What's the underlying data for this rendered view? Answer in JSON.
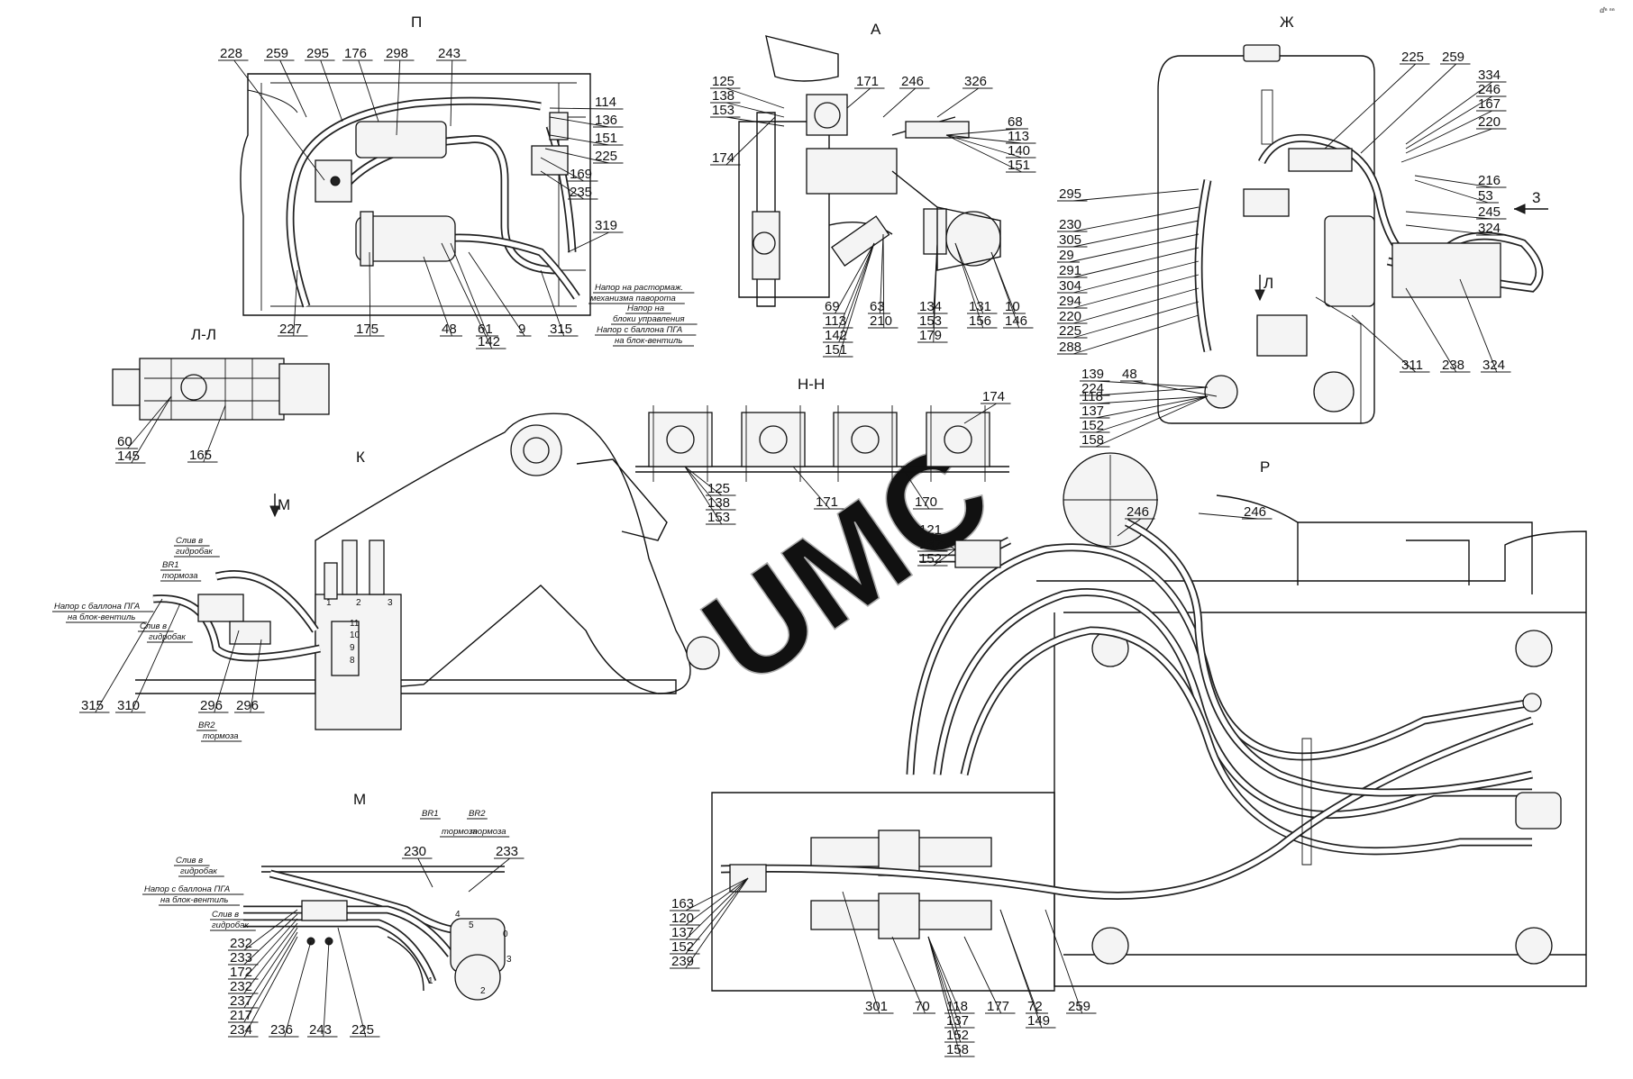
{
  "corner_mark": "ⅆⁿ ⁿⁿ",
  "watermark": "UMC",
  "views": [
    {
      "id": "P",
      "title": "П"
    },
    {
      "id": "A",
      "title": "А"
    },
    {
      "id": "Zh",
      "title": "Ж"
    },
    {
      "id": "LL",
      "title": "Л-Л"
    },
    {
      "id": "NN",
      "title": "Н-Н"
    },
    {
      "id": "K",
      "title": "К"
    },
    {
      "id": "R",
      "title": "Р"
    },
    {
      "id": "M",
      "title": "М"
    }
  ],
  "arrows": [
    {
      "text": "М"
    },
    {
      "text": "Л"
    },
    {
      "text": "3"
    }
  ],
  "notes": [
    "Напор на растормаж.",
    "механизма паворота",
    "Напор на",
    "блоки управления",
    "Напор с баллона ПГА",
    "на блок-вентиль",
    "Слив в",
    "гидробак",
    "BR1",
    "тормоза",
    "Напор с баллона ПГА",
    "на блок-вентиль",
    "Слив в",
    "гидробак",
    "BR2",
    "тормоза",
    "BR1",
    "тормоза",
    "BR2",
    "тормоза",
    "Слив в",
    "гидробак",
    "Напор с баллона ПГА",
    "на блок-вентиль",
    "Слив в",
    "гидробак"
  ],
  "valve_port_numbers": [
    "1",
    "2",
    "3",
    "11",
    "10",
    "9",
    "8",
    "4",
    "5",
    "3",
    "2",
    "1",
    "0"
  ],
  "callouts": [
    "228",
    "259",
    "295",
    "176",
    "298",
    "243",
    "114",
    "136",
    "151",
    "225",
    "169",
    "235",
    "319",
    "227",
    "175",
    "48",
    "61",
    "142",
    "9",
    "315",
    "125",
    "138",
    "153",
    "171",
    "246",
    "326",
    "174",
    "68",
    "113",
    "140",
    "151",
    "69",
    "113",
    "142",
    "151",
    "63",
    "210",
    "134",
    "153",
    "179",
    "131",
    "156",
    "10",
    "146",
    "225",
    "259",
    "334",
    "246",
    "167",
    "220",
    "216",
    "53",
    "295",
    "245",
    "230",
    "305",
    "324",
    "29",
    "291",
    "304",
    "294",
    "220",
    "225",
    "288",
    "139",
    "224",
    "48",
    "118",
    "137",
    "152",
    "158",
    "311",
    "238",
    "324",
    "60",
    "145",
    "165",
    "174",
    "125",
    "138",
    "153",
    "171",
    "170",
    "315",
    "310",
    "296",
    "296",
    "246",
    "246",
    "121",
    "137",
    "152",
    "230",
    "233",
    "232",
    "233",
    "172",
    "232",
    "237",
    "217",
    "234",
    "236",
    "243",
    "225",
    "163",
    "120",
    "137",
    "152",
    "239",
    "301",
    "70",
    "118",
    "137",
    "152",
    "158",
    "177",
    "72",
    "149",
    "259"
  ]
}
